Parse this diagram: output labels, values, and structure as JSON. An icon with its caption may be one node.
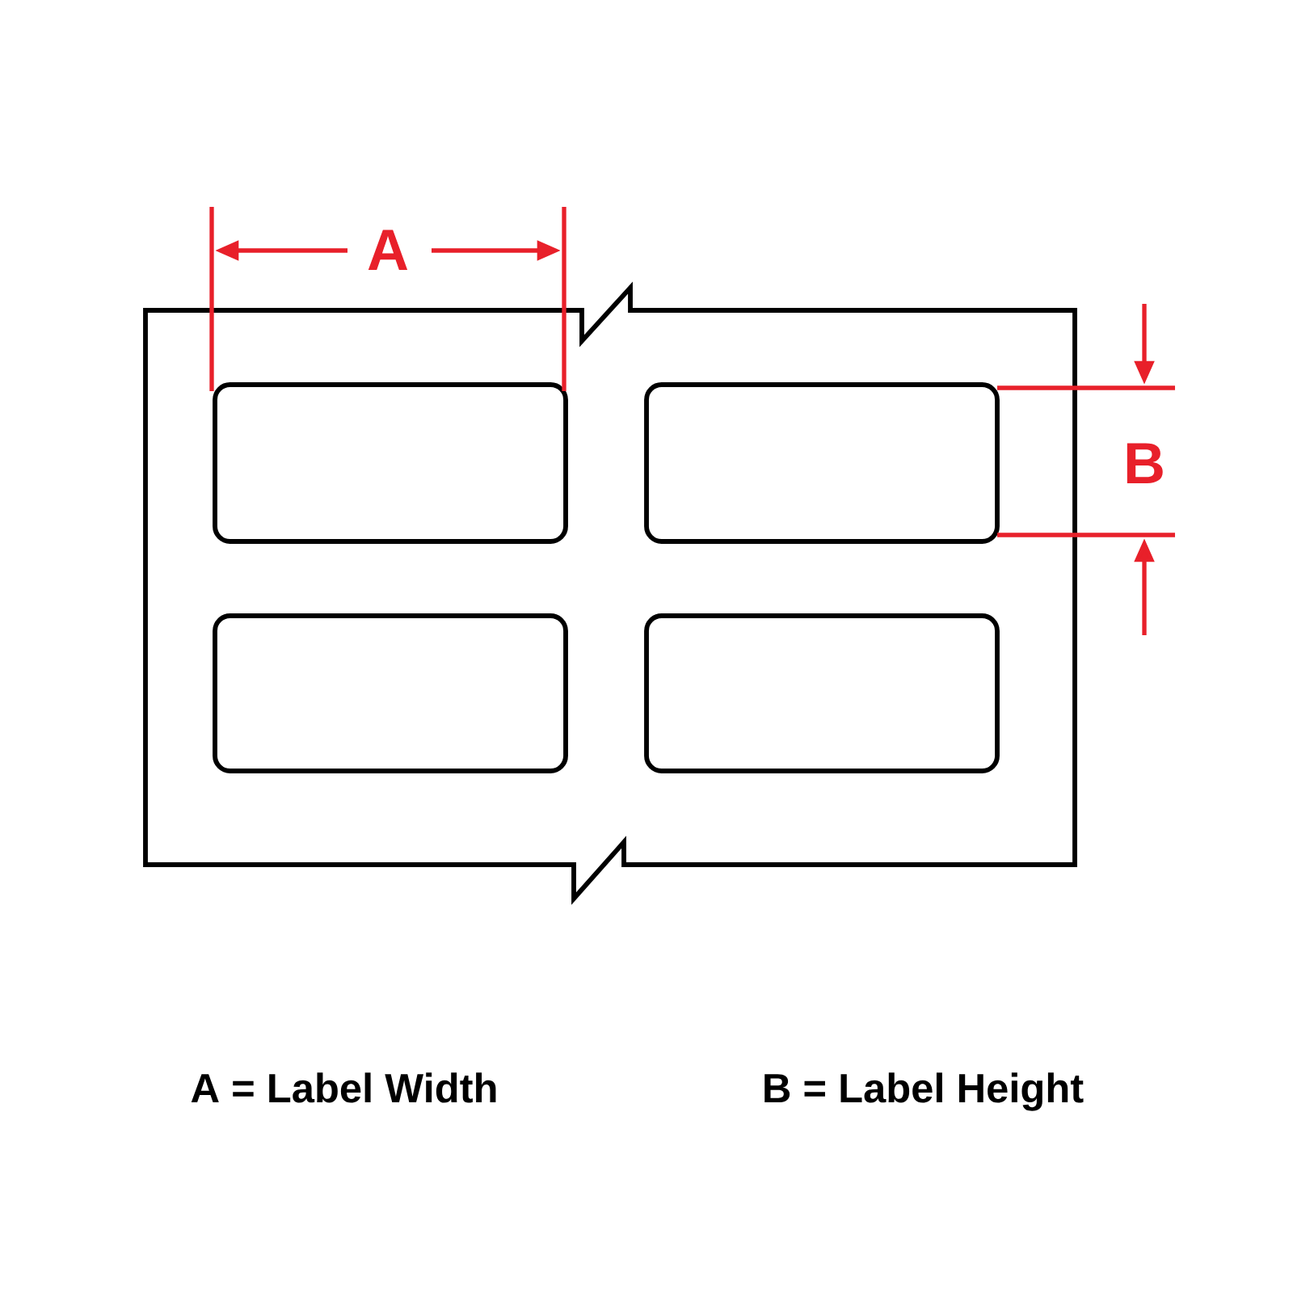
{
  "diagram": {
    "labels": [
      "A",
      "B",
      "A = Label Width",
      "B = Label Height"
    ]
  }
}
